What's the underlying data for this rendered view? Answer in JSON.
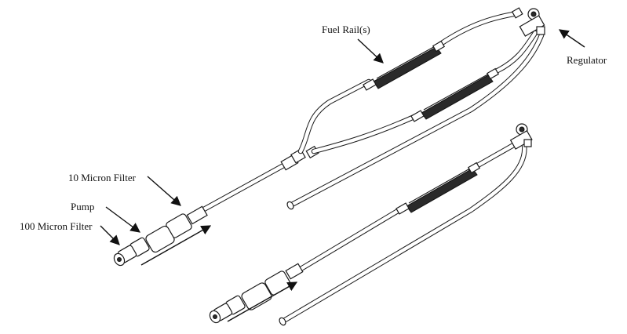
{
  "labels": {
    "fuel_rails": "Fuel Rail(s)",
    "regulator": "Regulator",
    "ten_micron_filter": "10 Micron Filter",
    "pump": "Pump",
    "hundred_micron_filter": "100 Micron Filter"
  },
  "colors": {
    "line": "#1a1a1a",
    "background": "#ffffff"
  }
}
